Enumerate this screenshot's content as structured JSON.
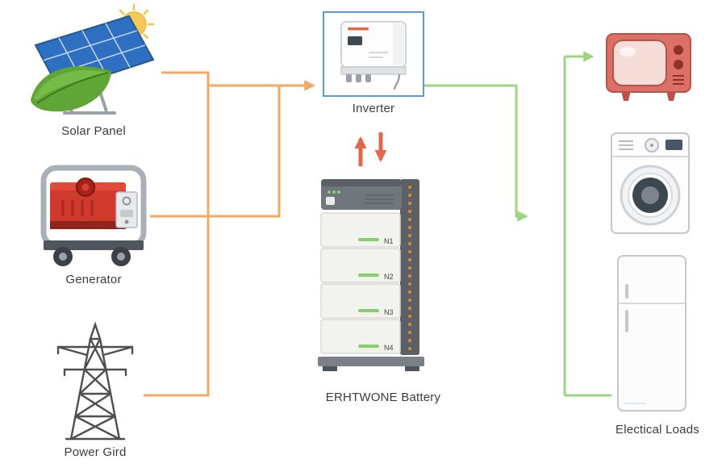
{
  "diagram": {
    "sources": [
      {
        "id": "solar-panel",
        "label": "Solar Panel"
      },
      {
        "id": "generator",
        "label": "Generator"
      },
      {
        "id": "power-grid",
        "label": "Power Gird"
      }
    ],
    "inverter": {
      "label": "Inverter"
    },
    "battery": {
      "label": "ERHTWONE Battery",
      "modules": [
        "N1",
        "N2",
        "N3",
        "N4"
      ]
    },
    "loads": {
      "label": "Electical Loads",
      "items": [
        "tv",
        "washing-machine",
        "refrigerator"
      ]
    }
  },
  "colors": {
    "source_arrow": "#f2a961",
    "battery_arrow": "#e0694c",
    "load_arrow": "#9ed57f",
    "inverter_border": "#5b9bd5",
    "label_text": "#3c3c3c"
  }
}
